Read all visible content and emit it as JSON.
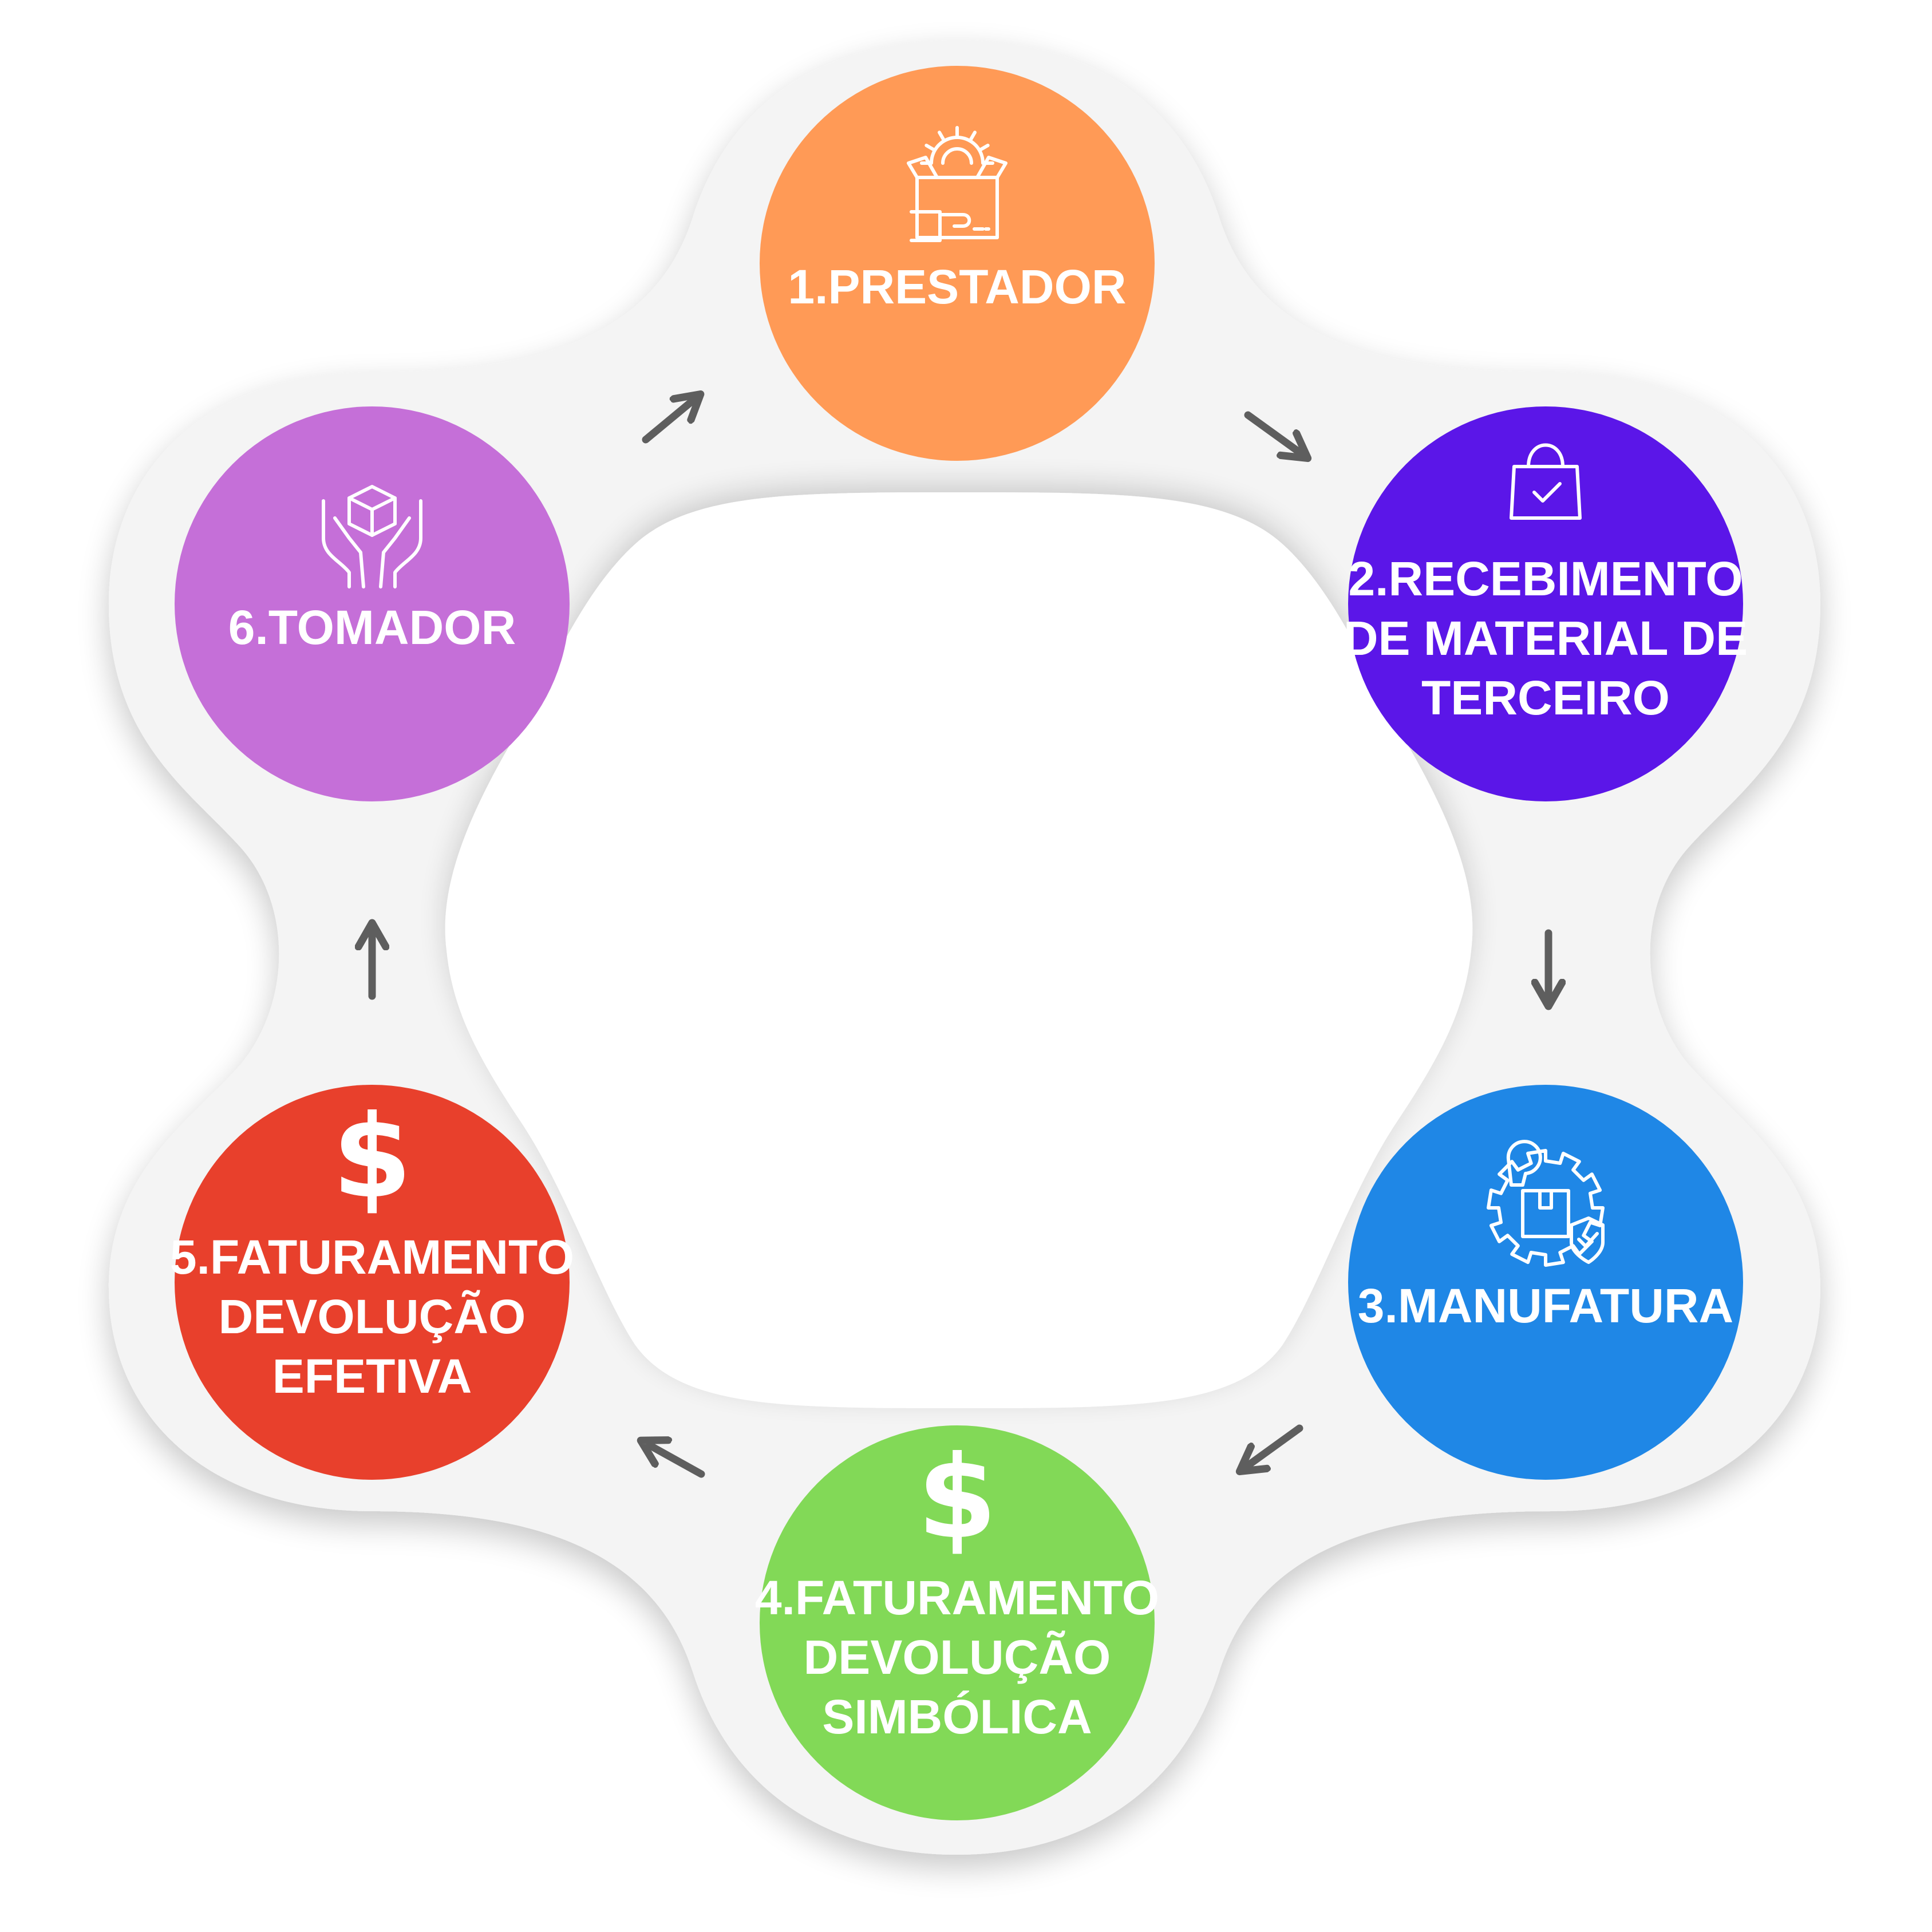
{
  "diagram": {
    "type": "cycle",
    "nodes": [
      {
        "id": "prestador",
        "lines": [
          "1.PRESTADOR"
        ],
        "color": "#FF9A56",
        "icon": "box-gear-hand-icon"
      },
      {
        "id": "recebimento",
        "lines": [
          "2.RECEBIMENTO",
          "DE MATERIAL DE",
          "TERCEIRO"
        ],
        "color": "#5B16E8",
        "icon": "shopping-bag-check-icon"
      },
      {
        "id": "manufatura",
        "lines": [
          "3.MANUFATURA"
        ],
        "color": "#1F87E6",
        "icon": "manufacturing-gear-icon"
      },
      {
        "id": "faturamento-simbolica",
        "lines": [
          "4.FATURAMENTO",
          "DEVOLUÇÃO",
          "SIMBÓLICA"
        ],
        "color": "#82D957",
        "icon": "dollar-icon"
      },
      {
        "id": "faturamento-efetiva",
        "lines": [
          "5.FATURAMENTO",
          "DEVOLUÇÃO",
          "EFETIVA"
        ],
        "color": "#E8402C",
        "icon": "dollar-icon"
      },
      {
        "id": "tomador",
        "lines": [
          "6.TOMADOR"
        ],
        "color": "#C56FD8",
        "icon": "hands-box-icon"
      }
    ],
    "flow": "clockwise",
    "ring_color": "#F4F4F4",
    "arrow_color": "#5E5E5E"
  }
}
